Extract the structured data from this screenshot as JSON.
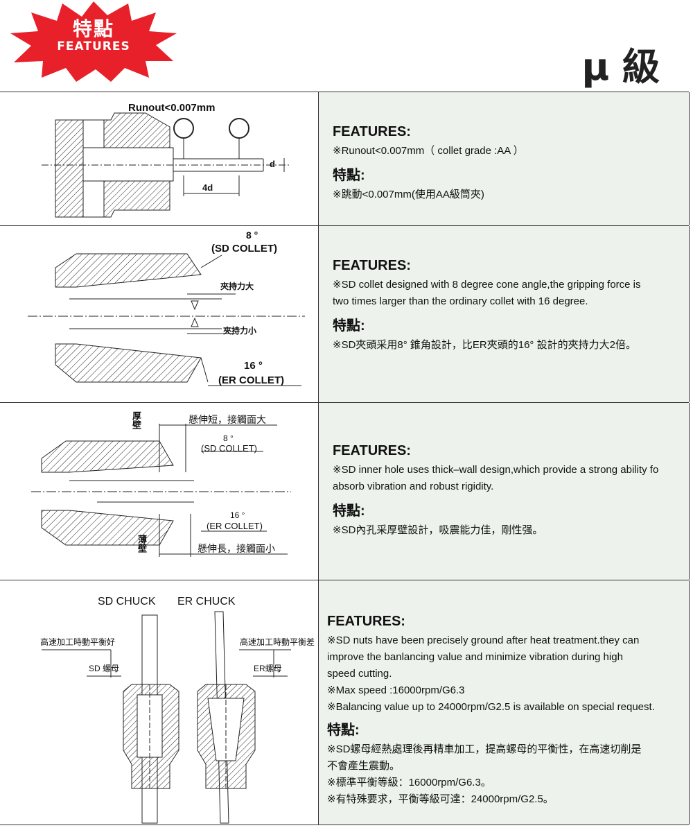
{
  "header": {
    "badge_cn": "特點",
    "badge_en": "FEATURES",
    "grade": "μ 級",
    "badge_color": "#e8202a"
  },
  "rows": [
    {
      "diagram_labels": {
        "runout": "Runout<0.007mm",
        "length": "4d",
        "dia": "d"
      },
      "features_heading": "FEATURES:",
      "features_lines": [
        "※Runout<0.007mm（ collet grade :AA ）"
      ],
      "cn_heading": "特點:",
      "cn_lines": [
        "※跳動<0.007mm(使用AA級筒夾)"
      ]
    },
    {
      "diagram_labels": {
        "angle_top": "8 °",
        "sd_collet": "(SD COLLET)",
        "force_large": "夾持力大",
        "force_small": "夾持力小",
        "angle_bottom": "16 °",
        "er_collet": "(ER COLLET)"
      },
      "features_heading": "FEATURES:",
      "features_lines": [
        "※SD collet designed with  8 degree cone angle,the gripping force is",
        "two times larger than the ordinary collet with 16 degree."
      ],
      "cn_heading": "特點:",
      "cn_lines": [
        "※SD夾頭采用8°  錐角設計，比ER夾頭的16°  設計的夾持力大2倍。"
      ]
    },
    {
      "diagram_labels": {
        "thick_wall": "厚壁",
        "short_overhang": "懸伸短，接觸面大",
        "angle_top": "8 °",
        "sd_collet": "(SD COLLET)",
        "angle_bottom": "16 °",
        "er_collet": "(ER COLLET)",
        "thin_wall": "薄壁",
        "long_overhang": "懸伸長，接觸面小"
      },
      "features_heading": "FEATURES:",
      "features_lines": [
        "※SD inner hole uses thick–wall design,which provide a strong ability fo",
        "absorb vibration and robust rigidity."
      ],
      "cn_heading": "特點:",
      "cn_lines": [
        "※SD內孔采厚壁設計，吸震能力佳，剛性强。"
      ]
    },
    {
      "diagram_labels": {
        "sd_chuck": "SD CHUCK",
        "er_chuck": "ER CHUCK",
        "balance_good": "高速加工時動平衡好",
        "balance_poor": "高速加工時動平衡差",
        "sd_nut": "SD 螺母",
        "er_nut": "ER螺母"
      },
      "features_heading": "FEATURES:",
      "features_lines": [
        "※SD nuts have been precisely ground after heat treatment.they can",
        "improve the banlancing  value and minimize vibration during high",
        "speed cutting.",
        "※Max speed :16000rpm/G6.3",
        "※Balancing value up to 24000rpm/G2.5 is available on special request."
      ],
      "cn_heading": "特點:",
      "cn_lines": [
        "※SD螺母經熱處理後再精車加工，提高螺母的平衡性，在高速切削是",
        "不會產生震動。",
        "※標準平衡等級：16000rpm/G6.3。",
        "※有特殊要求，平衡等級可達：24000rpm/G2.5。"
      ]
    }
  ]
}
